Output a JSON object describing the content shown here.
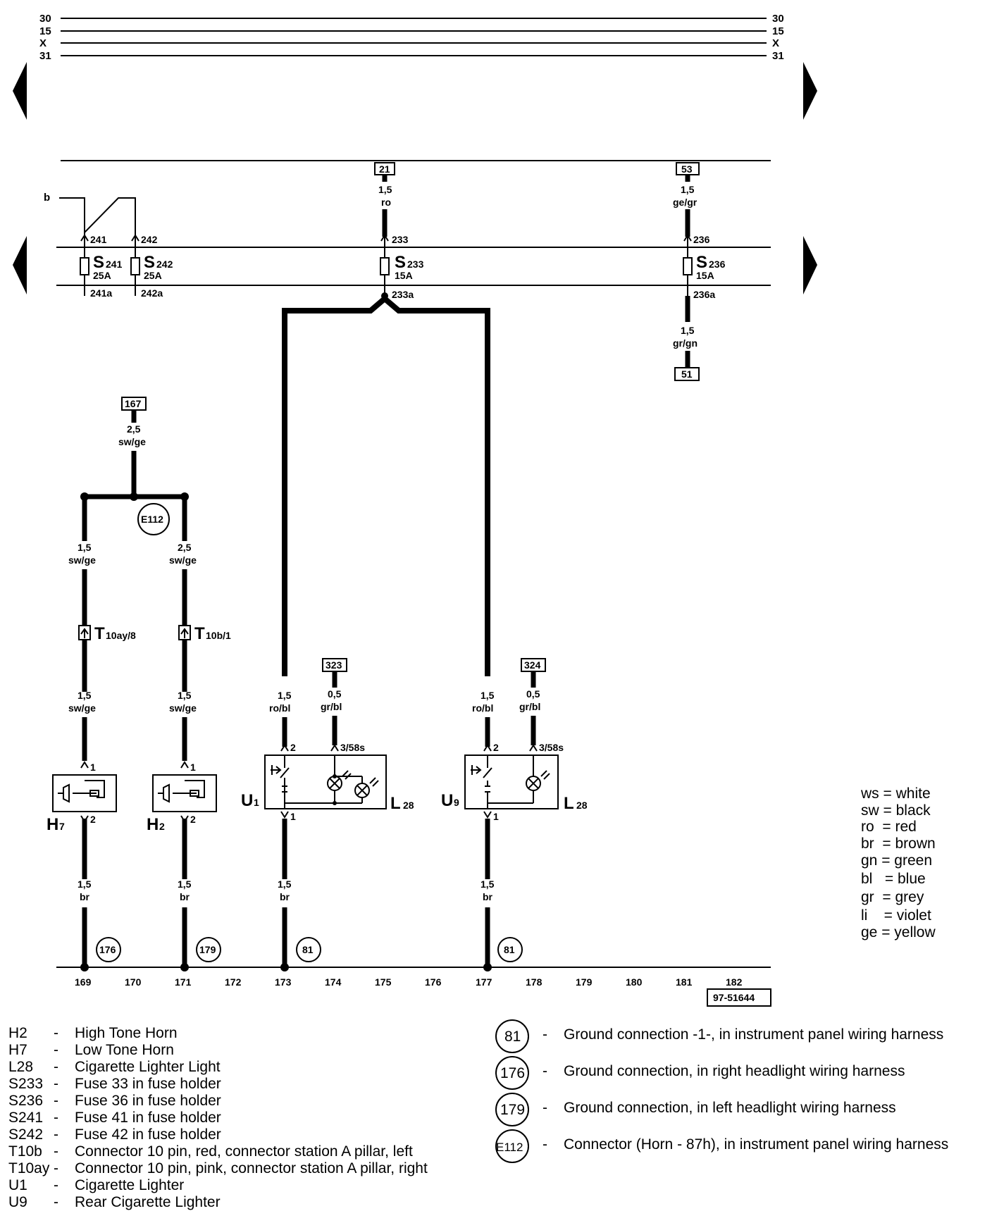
{
  "rails": {
    "left": [
      "30",
      "15",
      "X",
      "31"
    ],
    "right": [
      "30",
      "15",
      "X",
      "31"
    ]
  },
  "top_connectors": {
    "c21": "21",
    "c53": "53",
    "c51": "51",
    "c167": "167",
    "c323": "323",
    "c324": "324"
  },
  "wires": {
    "w21": {
      "size": "1,5",
      "color": "ro"
    },
    "w53": {
      "size": "1,5",
      "color": "ge/gr"
    },
    "w51": {
      "size": "1,5",
      "color": "gr/gn"
    },
    "w167": {
      "size": "2,5",
      "color": "sw/ge"
    },
    "wh7a": {
      "size": "1,5",
      "color": "sw/ge"
    },
    "wh2a": {
      "size": "2,5",
      "color": "sw/ge"
    },
    "wh7b": {
      "size": "1,5",
      "color": "sw/ge"
    },
    "wh2b": {
      "size": "1,5",
      "color": "sw/ge"
    },
    "wu1": {
      "size": "1,5",
      "color": "ro/bl"
    },
    "w323": {
      "size": "0,5",
      "color": "gr/bl"
    },
    "wu9": {
      "size": "1,5",
      "color": "ro/bl"
    },
    "w324": {
      "size": "0,5",
      "color": "gr/bl"
    },
    "g1": {
      "size": "1,5",
      "color": "br"
    },
    "g2": {
      "size": "1,5",
      "color": "br"
    },
    "g3": {
      "size": "1,5",
      "color": "br"
    },
    "g4": {
      "size": "1,5",
      "color": "br"
    }
  },
  "b_label": "b",
  "fuses": {
    "s241": {
      "name": "S",
      "sub": "241",
      "amp": "25A",
      "in": "241",
      "out": "241a"
    },
    "s242": {
      "name": "S",
      "sub": "242",
      "amp": "25A",
      "in": "242",
      "out": "242a"
    },
    "s233": {
      "name": "S",
      "sub": "233",
      "amp": "15A",
      "in": "233",
      "out": "233a"
    },
    "s236": {
      "name": "S",
      "sub": "236",
      "amp": "15A",
      "in": "236",
      "out": "236a"
    }
  },
  "connector_e112": "E112",
  "t10ay": {
    "name": "T",
    "sub": "10ay/8"
  },
  "t10b": {
    "name": "T",
    "sub": "10b/1"
  },
  "components": {
    "h7": {
      "name": "H",
      "sub": "7",
      "pin_top": "1",
      "pin_bot": "2"
    },
    "h2": {
      "name": "H",
      "sub": "2",
      "pin_top": "1",
      "pin_bot": "2"
    },
    "u1": {
      "name": "U",
      "sub": "1",
      "pin_top": "2",
      "pin_light": "3/58s",
      "pin_bot": "1"
    },
    "u9": {
      "name": "U",
      "sub": "9",
      "pin_top": "2",
      "pin_light": "3/58s",
      "pin_bot": "1"
    },
    "l28a": {
      "name": "L",
      "sub": "28"
    },
    "l28b": {
      "name": "L",
      "sub": "28"
    }
  },
  "grounds": {
    "g176": "176",
    "g179": "179",
    "g81a": "81",
    "g81b": "81"
  },
  "tracks": [
    "169",
    "170",
    "171",
    "172",
    "173",
    "174",
    "175",
    "176",
    "177",
    "178",
    "179",
    "180",
    "181",
    "182"
  ],
  "drawing_number": "97-51644",
  "color_legend": [
    {
      "code": "ws",
      "name": "white"
    },
    {
      "code": "sw",
      "name": "black"
    },
    {
      "code": "ro",
      "name": "red"
    },
    {
      "code": "br",
      "name": "brown"
    },
    {
      "code": "gn",
      "name": "green"
    },
    {
      "code": "bl",
      "name": "blue"
    },
    {
      "code": "gr",
      "name": "grey"
    },
    {
      "code": "li",
      "name": "violet"
    },
    {
      "code": "ge",
      "name": "yellow"
    }
  ],
  "components_legend": [
    {
      "code": "H2",
      "desc": "High Tone Horn"
    },
    {
      "code": "H7",
      "desc": "Low Tone Horn"
    },
    {
      "code": "L28",
      "desc": "Cigarette Lighter Light"
    },
    {
      "code": "S233",
      "desc": "Fuse 33 in fuse holder"
    },
    {
      "code": "S236",
      "desc": "Fuse 36 in fuse holder"
    },
    {
      "code": "S241",
      "desc": "Fuse 41 in fuse holder"
    },
    {
      "code": "S242",
      "desc": "Fuse 42 in fuse holder"
    },
    {
      "code": "T10b",
      "desc": "Connector 10 pin, red, connector station A pillar, left"
    },
    {
      "code": "T10ay",
      "desc": "Connector 10 pin, pink, connector station A pillar, right"
    },
    {
      "code": "U1",
      "desc": "Cigarette Lighter"
    },
    {
      "code": "U9",
      "desc": "Rear Cigarette Lighter"
    }
  ],
  "ground_legend": [
    {
      "code": "81",
      "desc": "Ground connection -1-, in instrument panel wiring harness"
    },
    {
      "code": "176",
      "desc": "Ground connection, in right headlight wiring harness"
    },
    {
      "code": "179",
      "desc": "Ground connection, in left headlight wiring harness"
    },
    {
      "code": "E112",
      "desc": "Connector (Horn - 87h), in instrument panel wiring harness"
    }
  ]
}
